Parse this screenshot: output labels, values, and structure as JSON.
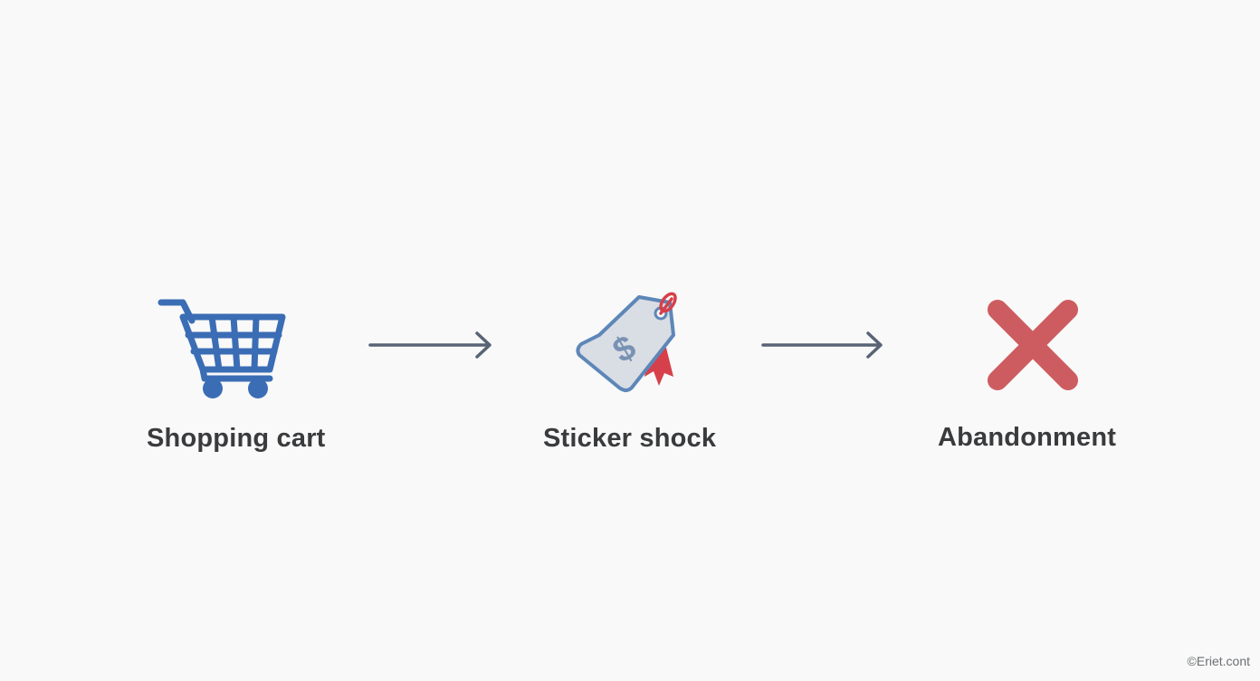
{
  "diagram": {
    "steps": [
      {
        "label": "Shopping cart",
        "icon": "shopping-cart-icon"
      },
      {
        "label": "Sticker shock",
        "icon": "price-tag-icon"
      },
      {
        "label": "Abandonment",
        "icon": "x-mark-icon"
      }
    ],
    "connectors": [
      "arrow-right",
      "arrow-right"
    ],
    "colors": {
      "cart": "#3b6db5",
      "tag_fill": "#d9dde4",
      "tag_stroke": "#5d87b8",
      "tag_accent": "#d6404a",
      "x_mark": "#cd5c60",
      "arrow": "#586475",
      "label": "#3a3b3d",
      "background": "#f9f9f9"
    }
  },
  "footer": {
    "copyright": "©Eriet.cont"
  }
}
